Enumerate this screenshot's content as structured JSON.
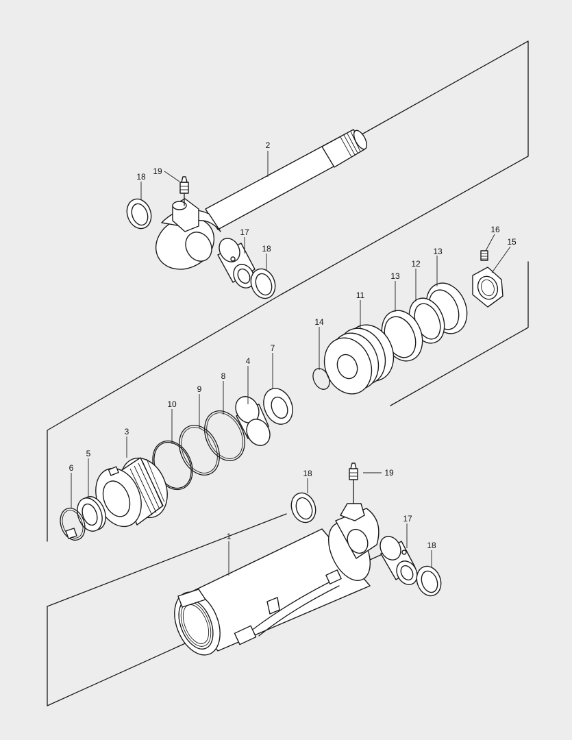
{
  "diagram": {
    "callouts": [
      {
        "id": "c-2a",
        "text": "2"
      },
      {
        "id": "c-19a",
        "text": "19"
      },
      {
        "id": "c-18a",
        "text": "18"
      },
      {
        "id": "c-17a",
        "text": "17"
      },
      {
        "id": "c-18b",
        "text": "18"
      },
      {
        "id": "c-16",
        "text": "16"
      },
      {
        "id": "c-15",
        "text": "15"
      },
      {
        "id": "c-13a",
        "text": "13"
      },
      {
        "id": "c-12",
        "text": "12"
      },
      {
        "id": "c-13b",
        "text": "13"
      },
      {
        "id": "c-11",
        "text": "11"
      },
      {
        "id": "c-14",
        "text": "14"
      },
      {
        "id": "c-7",
        "text": "7"
      },
      {
        "id": "c-4",
        "text": "4"
      },
      {
        "id": "c-8",
        "text": "8"
      },
      {
        "id": "c-9",
        "text": "9"
      },
      {
        "id": "c-10",
        "text": "10"
      },
      {
        "id": "c-3",
        "text": "3"
      },
      {
        "id": "c-5",
        "text": "5"
      },
      {
        "id": "c-6",
        "text": "6"
      },
      {
        "id": "c-18c",
        "text": "18"
      },
      {
        "id": "c-19b",
        "text": "19"
      },
      {
        "id": "c-17b",
        "text": "17"
      },
      {
        "id": "c-18d",
        "text": "18"
      },
      {
        "id": "c-1",
        "text": "1"
      }
    ]
  }
}
